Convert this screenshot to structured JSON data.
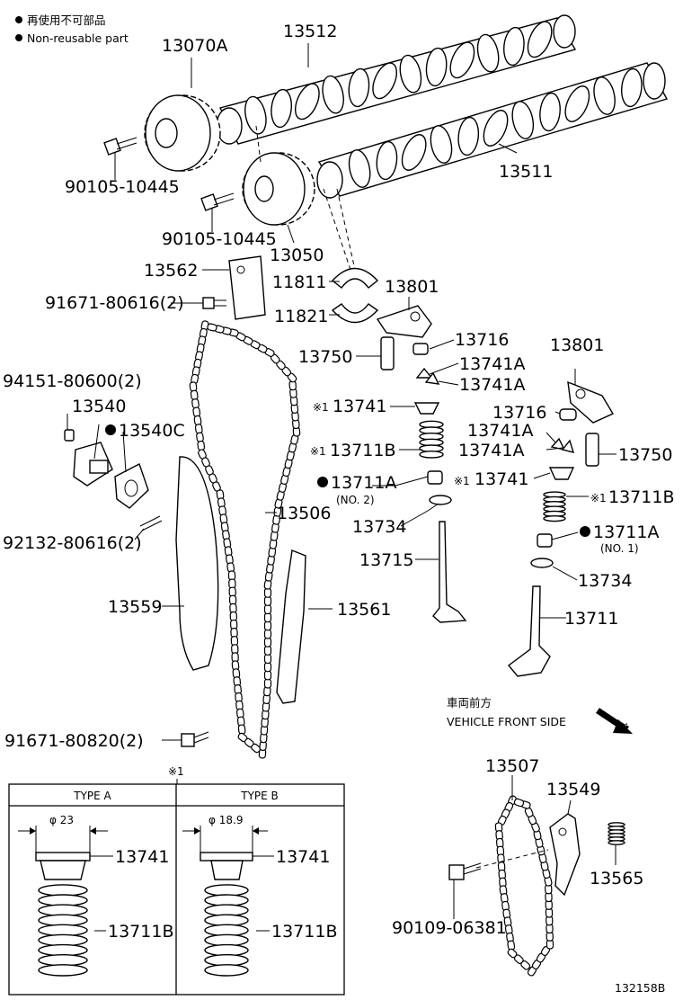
{
  "legend": {
    "line1": "再使用不可部品",
    "line2": "Non-reusable part"
  },
  "part_numbers": {
    "p13070A": "13070A",
    "p13512": "13512",
    "p13511": "13511",
    "p90105_a": "90105-10445",
    "p90105_b": "90105-10445",
    "p13050": "13050",
    "p13562": "13562",
    "p11811": "11811",
    "p11821": "11821",
    "p13801_a": "13801",
    "p13801_b": "13801",
    "p91671_a": "91671-80616(2)",
    "p13750_a": "13750",
    "p13750_b": "13750",
    "p13716_a": "13716",
    "p13716_b": "13716",
    "p13741A_1": "13741A",
    "p13741A_2": "13741A",
    "p13741A_3": "13741A",
    "p13741A_4": "13741A",
    "p94151": "94151-80600(2)",
    "p13540": "13540",
    "p13540C": "13540C",
    "p13741_a": "13741",
    "p13741_b": "13741",
    "p13711B_a": "13711B",
    "p13711B_b": "13711B",
    "p13711A_a": "13711A",
    "p13711A_b": "13711A",
    "no2": "(NO. 2)",
    "no1": "(NO. 1)",
    "p13506": "13506",
    "p13734_a": "13734",
    "p13734_b": "13734",
    "p92132": "92132-80616(2)",
    "p13715": "13715",
    "p13559": "13559",
    "p13561": "13561",
    "p13711": "13711",
    "p91671_b": "91671-80820(2)",
    "p13507": "13507",
    "p13549": "13549",
    "p13565": "13565",
    "p90109": "90109-06381",
    "note_mark": "※1",
    "ref_mark": "※1",
    "ref": "132158B"
  },
  "vehicle_front": {
    "jp": "車両前方",
    "en": "VEHICLE FRONT SIDE"
  },
  "inset": {
    "type_a": {
      "title": "TYPE A",
      "diameter": "φ 23",
      "retainer": "13741",
      "spring": "13711B"
    },
    "type_b": {
      "title": "TYPE B",
      "diameter": "φ 18.9",
      "retainer": "13741",
      "spring": "13711B"
    }
  }
}
